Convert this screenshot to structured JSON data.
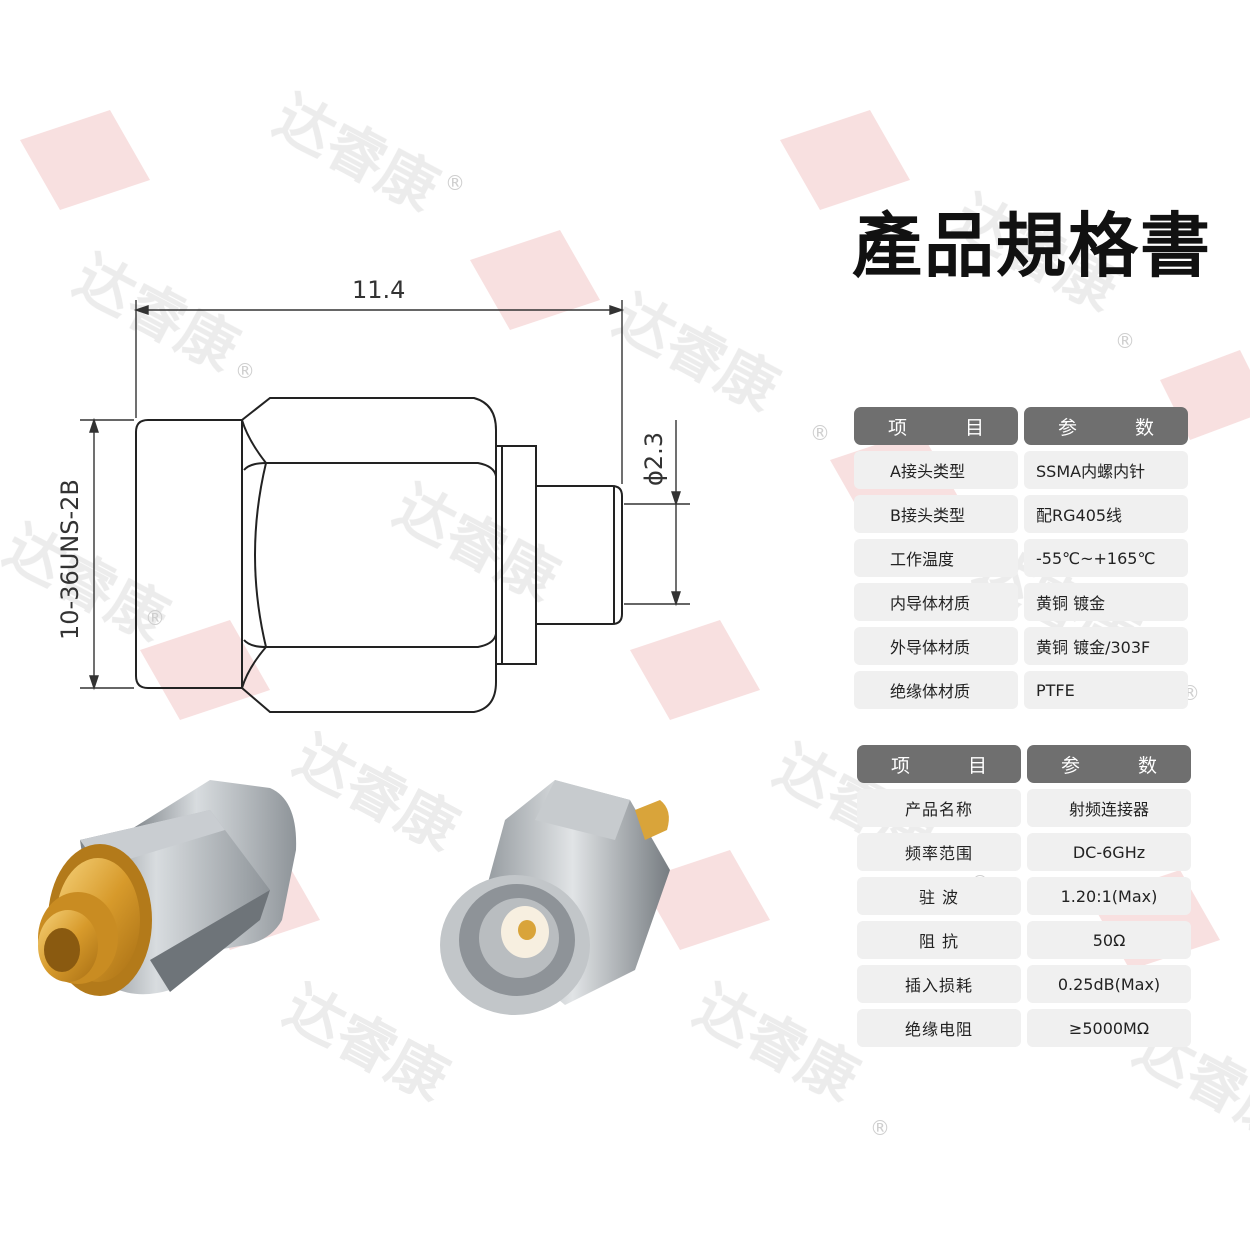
{
  "page": {
    "title": "產品規格書"
  },
  "watermark": {
    "text": "达睿康",
    "mark": "®",
    "color": "#e8a0a0"
  },
  "drawing": {
    "length_dim": "11.4",
    "diameter_dim": "ϕ2.3",
    "thread_dim": "10-36UNS-2B"
  },
  "spec_table_1": {
    "header": [
      "项 目",
      "参 数"
    ],
    "rows": [
      {
        "item": "A接头类型",
        "value": "SSMA内螺内针"
      },
      {
        "item": "B接头类型",
        "value": "配RG405线"
      },
      {
        "item": "工作温度",
        "value": "-55℃~+165℃"
      },
      {
        "item": "内导体材质",
        "value": "黄铜 镀金"
      },
      {
        "item": "外导体材质",
        "value": "黄铜 镀金/303F"
      },
      {
        "item": "绝缘体材质",
        "value": "PTFE"
      }
    ]
  },
  "spec_table_2": {
    "header": [
      "项 目",
      "参 数"
    ],
    "rows": [
      {
        "item": "产品名称",
        "value": "射频连接器"
      },
      {
        "item": "频率范围",
        "value": "DC-6GHz"
      },
      {
        "item": "驻 波",
        "value": "1.20:1(Max)"
      },
      {
        "item": "阻 抗",
        "value": "50Ω"
      },
      {
        "item": "插入损耗",
        "value": "0.25dB(Max)"
      },
      {
        "item": "绝缘电阻",
        "value": "≥5000MΩ"
      }
    ]
  },
  "colors": {
    "header_bg": "#6f6f6f",
    "cell_bg": "#f0f0f0",
    "gold": "#d9a43a",
    "steel": "#a9aeb3"
  }
}
